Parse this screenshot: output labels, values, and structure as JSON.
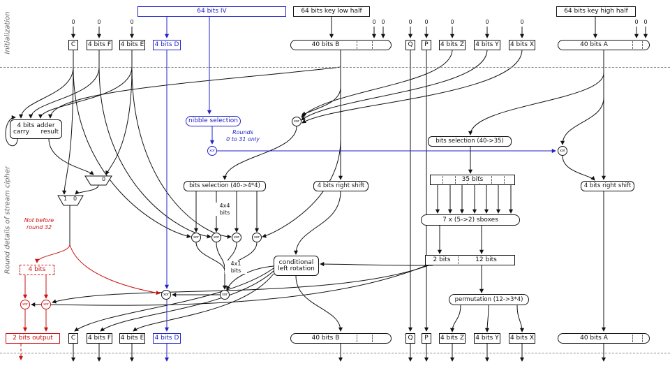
{
  "colors": {
    "ink": "#111111",
    "blue": "#2222c8",
    "red": "#cc1111"
  },
  "sections": {
    "init": "Initialization",
    "round": "Round details of stream cipher"
  },
  "top": {
    "iv": "64 bits IV",
    "key_low": "64 bits key low half",
    "key_high": "64 bits key high half",
    "zero": "0"
  },
  "registers": {
    "c": "C",
    "f": "4 bits F",
    "e": "4 bits E",
    "d": "4 bits D",
    "b": "40 bits B",
    "q": "Q",
    "p": "P",
    "z": "4 bits Z",
    "y": "4 bits Y",
    "x": "4 bits X",
    "a": "40 bits A"
  },
  "round": {
    "adder_title": "4 bits adder",
    "adder_carry": "carry",
    "adder_result": "result",
    "nibble_selection": "nibble selection",
    "rounds_note_line1": "Rounds",
    "rounds_note_line2": "0 to 31 only",
    "xor": "xor",
    "bits_selection_35": "bits selection (40->35)",
    "bits_selection_4x4": "bits selection (40->4*4)",
    "right_shift_b": "4 bits right shift",
    "right_shift_a": "4 bits right shift",
    "bits_35": "35 bits",
    "label_4x4_line1": "4x4",
    "label_4x4_line2": "bits",
    "sboxes": "7 x (5->2) sboxes",
    "cond_rotation_line1": "conditional",
    "cond_rotation_line2": "left rotation",
    "bits_2": "2 bits",
    "bits_12": "12 bits",
    "label_4x1_line1": "4x1",
    "label_4x1_line2": "bits",
    "not_before_line1": "Not before",
    "not_before_line2": "round 32",
    "four_bits": "4 bits",
    "permutation": "permutation (12->3*4)",
    "mux_one": "1",
    "mux_zero": "0"
  },
  "bottom": {
    "output": "2 bits output"
  }
}
